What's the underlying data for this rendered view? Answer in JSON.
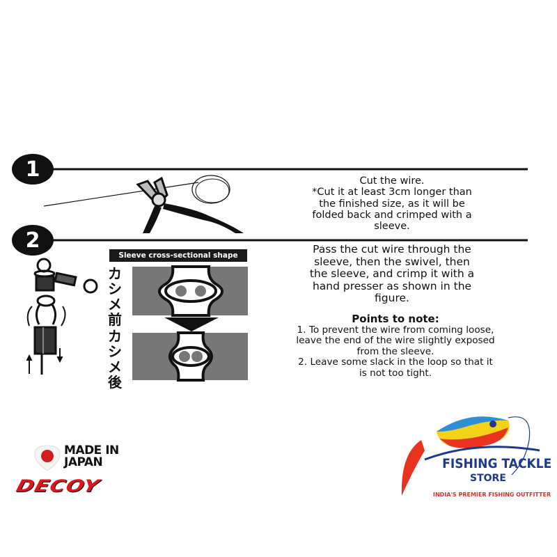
{
  "steps": [
    {
      "number": "1",
      "lines": [
        "Cut the wire.",
        "*Cut it at least 3cm longer than",
        "the finished size, as it will be",
        "folded back and crimped with a",
        "sleeve."
      ]
    },
    {
      "number": "2",
      "lines": [
        "Pass the cut wire through the",
        "sleeve, then the swivel, then",
        "the sleeve, and crimp it with a",
        "hand presser as shown in the",
        "figure."
      ]
    }
  ],
  "sleeve_diagram": {
    "title": "Sleeve cross-sectional shape",
    "before_label": [
      "カ",
      "シ",
      "メ",
      "前"
    ],
    "after_label": [
      "カ",
      "シ",
      "メ",
      "後"
    ]
  },
  "points": {
    "title": "Points to note:",
    "lines": [
      "1. To prevent the wire from coming loose,",
      "leave the end of the wire slightly exposed",
      "from the sleeve.",
      " 2. Leave some slack in the loop so that it",
      "is not too tight."
    ]
  },
  "branding": {
    "made_in": [
      "MADE IN",
      "JAPAN"
    ],
    "maker": "DECOY",
    "store_name": "FISHING TACKLE",
    "store_sub": "STORE",
    "store_tagline": "INDIA'S PREMIER FISHING OUTFITTER",
    "colors": {
      "japan_red": "#d11f1f",
      "decoy_red": "#e0141b",
      "store_blue": "#1f3a8c",
      "tagline_red": "#d8312a"
    }
  }
}
